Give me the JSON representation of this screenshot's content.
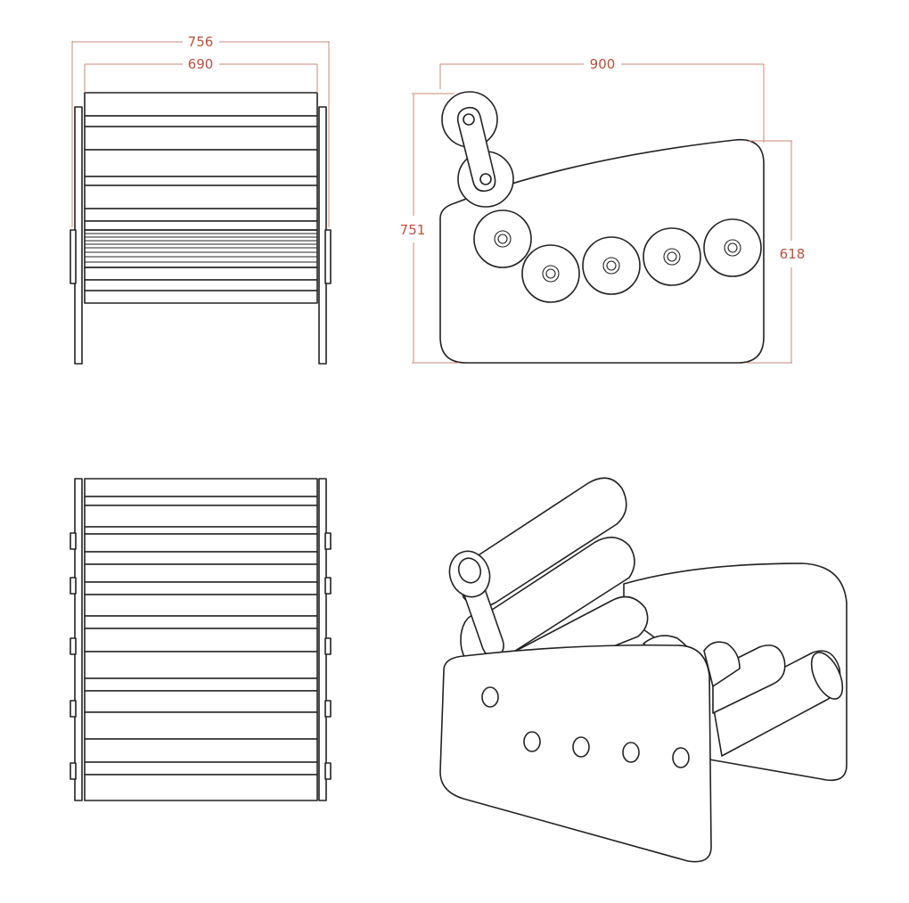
{
  "diagram": {
    "views": [
      "front",
      "side",
      "top",
      "perspective"
    ],
    "dimension_color": "#b5523f",
    "line_color": "#222222",
    "dimensions": {
      "front_outer_width": "756",
      "front_inner_width": "690",
      "side_depth": "900",
      "side_total_height": "751",
      "side_body_height": "618"
    }
  }
}
